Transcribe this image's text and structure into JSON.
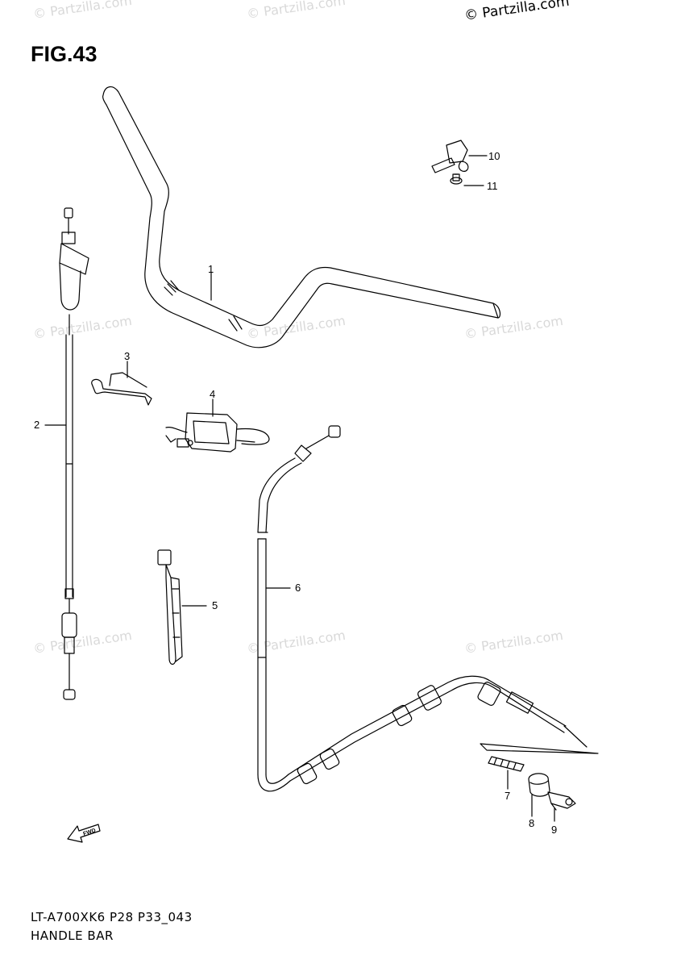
{
  "header": {
    "figure_label": "FIG.43",
    "watermark_main": "© Partzilla.com",
    "watermark_faint": "© Partzilla.com"
  },
  "footer": {
    "diagram_code": "LT-A700XK6 P28 P33_043",
    "section_name": "HANDLE BAR"
  },
  "fwd_label": "FWD",
  "callouts": [
    "1",
    "2",
    "3",
    "4",
    "5",
    "6",
    "7",
    "8",
    "9",
    "10",
    "11"
  ],
  "colors": {
    "line": "#000000",
    "watermark": "#d9d9d9"
  }
}
